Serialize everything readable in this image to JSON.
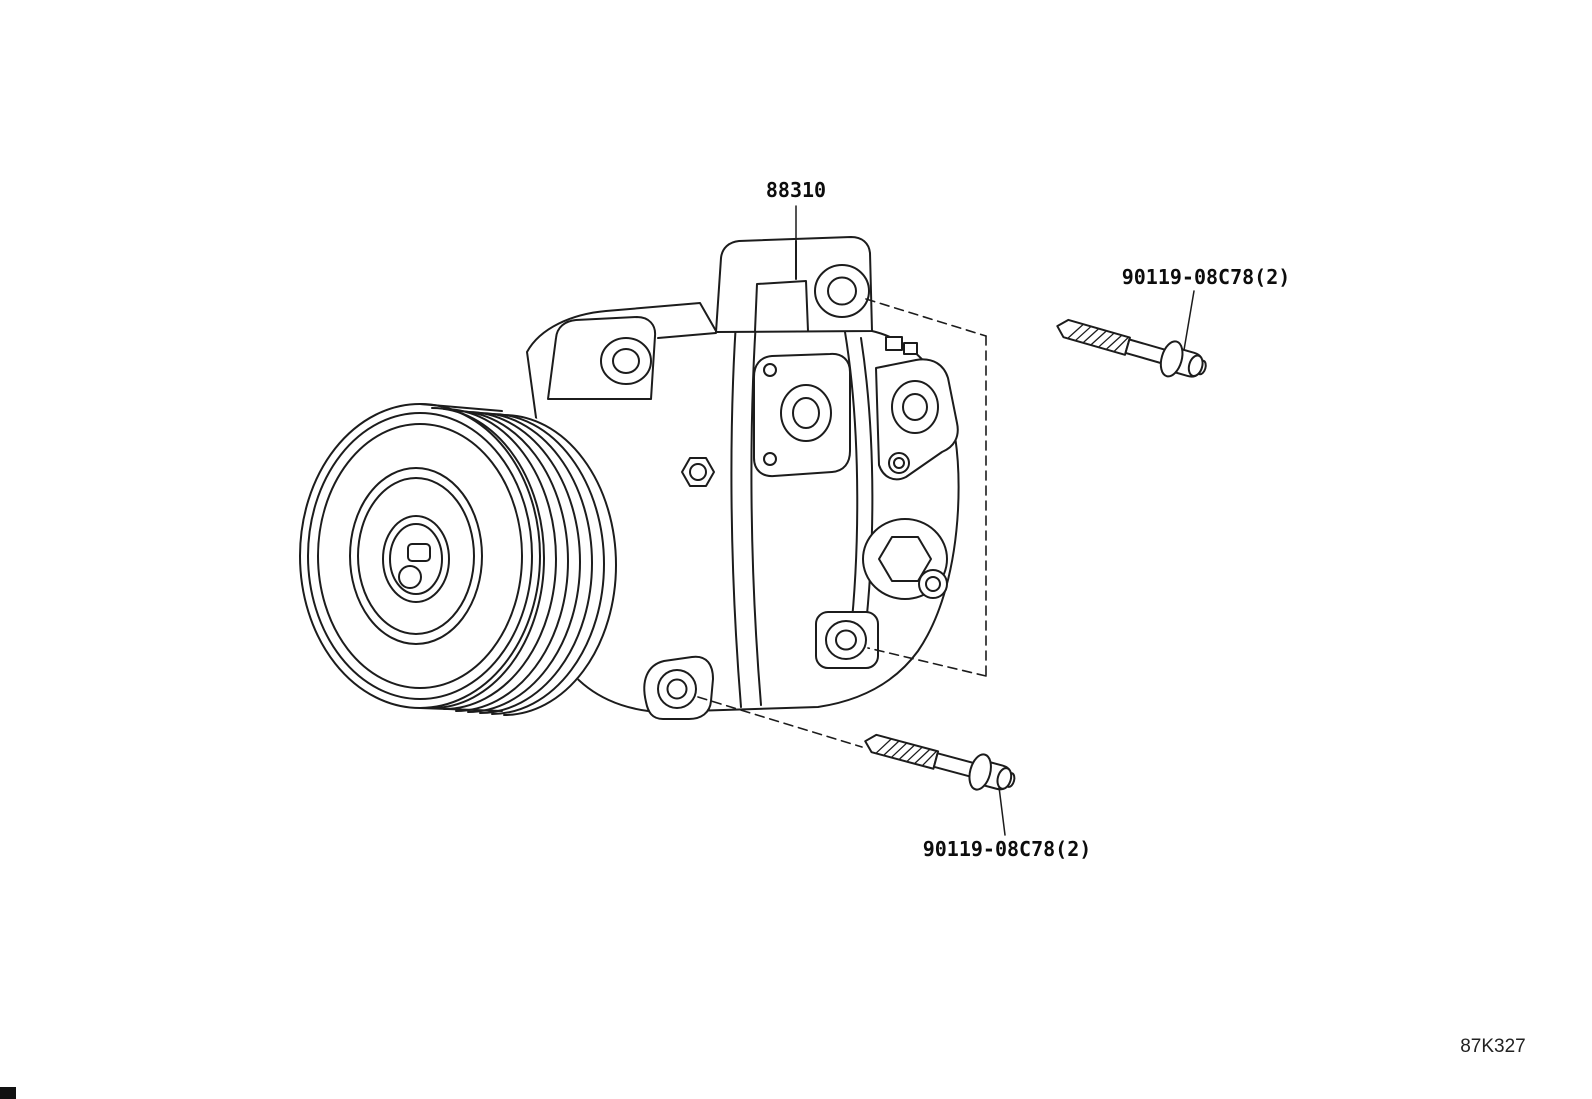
{
  "figure": {
    "code": "87K327"
  },
  "parts": {
    "compressor": {
      "part_number": "88310"
    },
    "bolt_top": {
      "part_number": "90119-08C78(2)"
    },
    "bolt_bottom": {
      "part_number": "90119-08C78(2)"
    }
  },
  "colors": {
    "line": "#1c1c1c",
    "background": "#ffffff",
    "label_text": "#0d0d0d"
  }
}
